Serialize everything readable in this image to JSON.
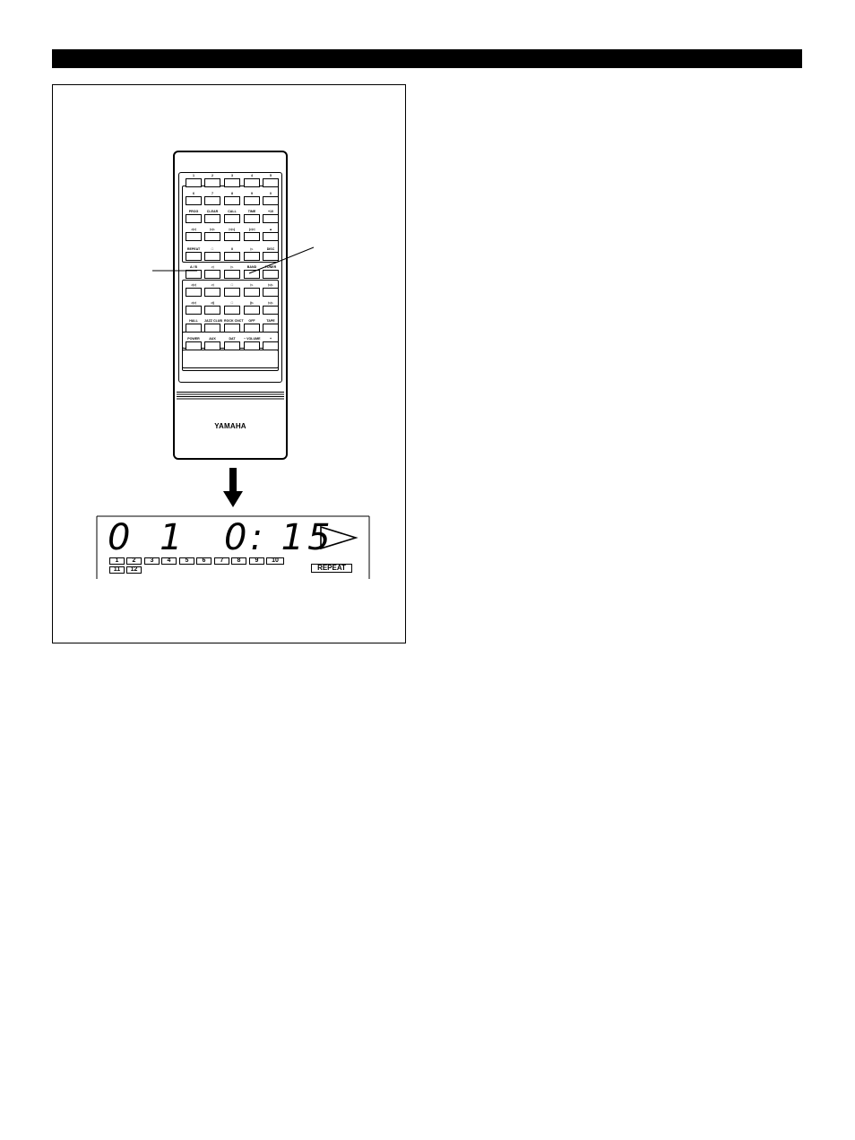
{
  "header": {
    "bar_color": "#000000"
  },
  "remote": {
    "brand": "YAMAHA",
    "rows": [
      [
        "1",
        "2",
        "3",
        "4",
        "5"
      ],
      [
        "6",
        "7",
        "8",
        "9",
        "0"
      ],
      [
        "PROG",
        "CLEAR",
        "CALL",
        "TIME",
        "+10"
      ],
      [
        "◁◁",
        "▷▷",
        "▷▷|",
        "|◁◁",
        "▲"
      ],
      [
        "REPEAT",
        "□",
        "II",
        "▷",
        "DISC"
      ],
      [
        "A / B",
        "◁",
        "▷",
        "BAND",
        "TUNER"
      ],
      [
        "◁◁",
        "◁",
        "□",
        "▷",
        "▷▷"
      ],
      [
        "◁◁",
        "◁|",
        "□",
        "|▷",
        "▷▷"
      ],
      [
        "HALL",
        "JAZZ CLUB",
        "ROCK CNCT",
        "OFF",
        "TAPE"
      ],
      [
        "POWER",
        "AUX",
        "DAT",
        "−  VOLUME",
        "+"
      ]
    ]
  },
  "display": {
    "track": "0 1",
    "time": "0: 15",
    "play_icon": "play-triangle-icon",
    "tracks": [
      "1",
      "2",
      "3",
      "4",
      "5",
      "6",
      "7",
      "8",
      "9",
      "10",
      "11",
      "12"
    ],
    "repeat_label": "REPEAT"
  }
}
